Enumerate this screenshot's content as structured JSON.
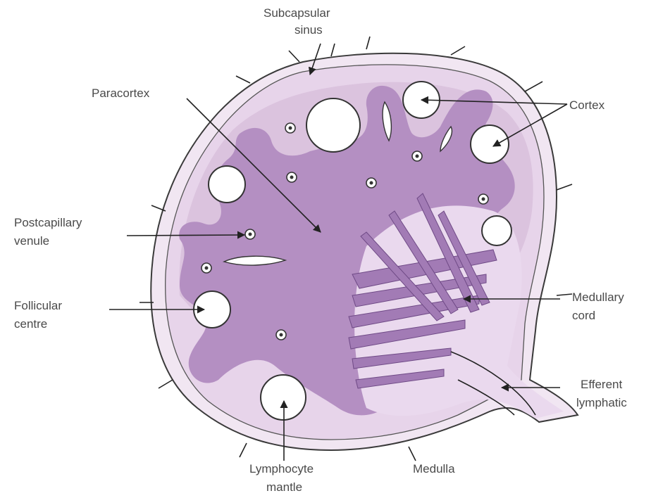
{
  "colors": {
    "capsule_fill": "#f1e6f2",
    "cortex_light": "#dbc3de",
    "paracortex": "#b48fc2",
    "medulla_light": "#ead9ee",
    "medullary_cord": "#a27bb5",
    "line": "#222222",
    "label_text": "#4a4a4a"
  },
  "labels": {
    "subcapsular_sinus_1": "Subcapsular",
    "subcapsular_sinus_2": "sinus",
    "paracortex": "Paracortex",
    "cortex": "Cortex",
    "postcapillary_1": "Postcapillary",
    "postcapillary_2": "venule",
    "follicular_1": "Follicular",
    "follicular_2": "centre",
    "medullary_1": "Medullary",
    "medullary_2": "cord",
    "efferent_1": "Efferent",
    "efferent_2": "lymphatic",
    "lymphocyte_1": "Lymphocyte",
    "lymphocyte_2": "mantle",
    "medulla": "Medulla"
  }
}
